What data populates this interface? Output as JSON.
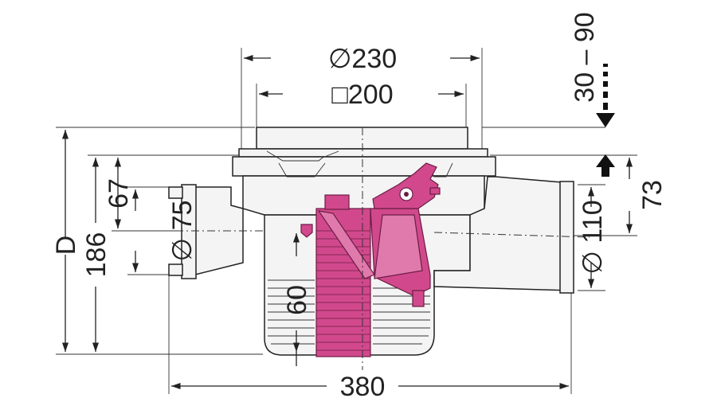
{
  "dimensions": {
    "dia_230": "∅230",
    "sq_200": "□200",
    "range_30_90": "30 – 90",
    "d_label": "D",
    "h_186": "186",
    "h_67": "67",
    "dia_75": "∅ 75",
    "h_60": "60",
    "w_380": "380",
    "dia_110": "∅ 110",
    "h_73": "73"
  },
  "colors": {
    "accent": "#d1498c",
    "line": "#222222"
  }
}
